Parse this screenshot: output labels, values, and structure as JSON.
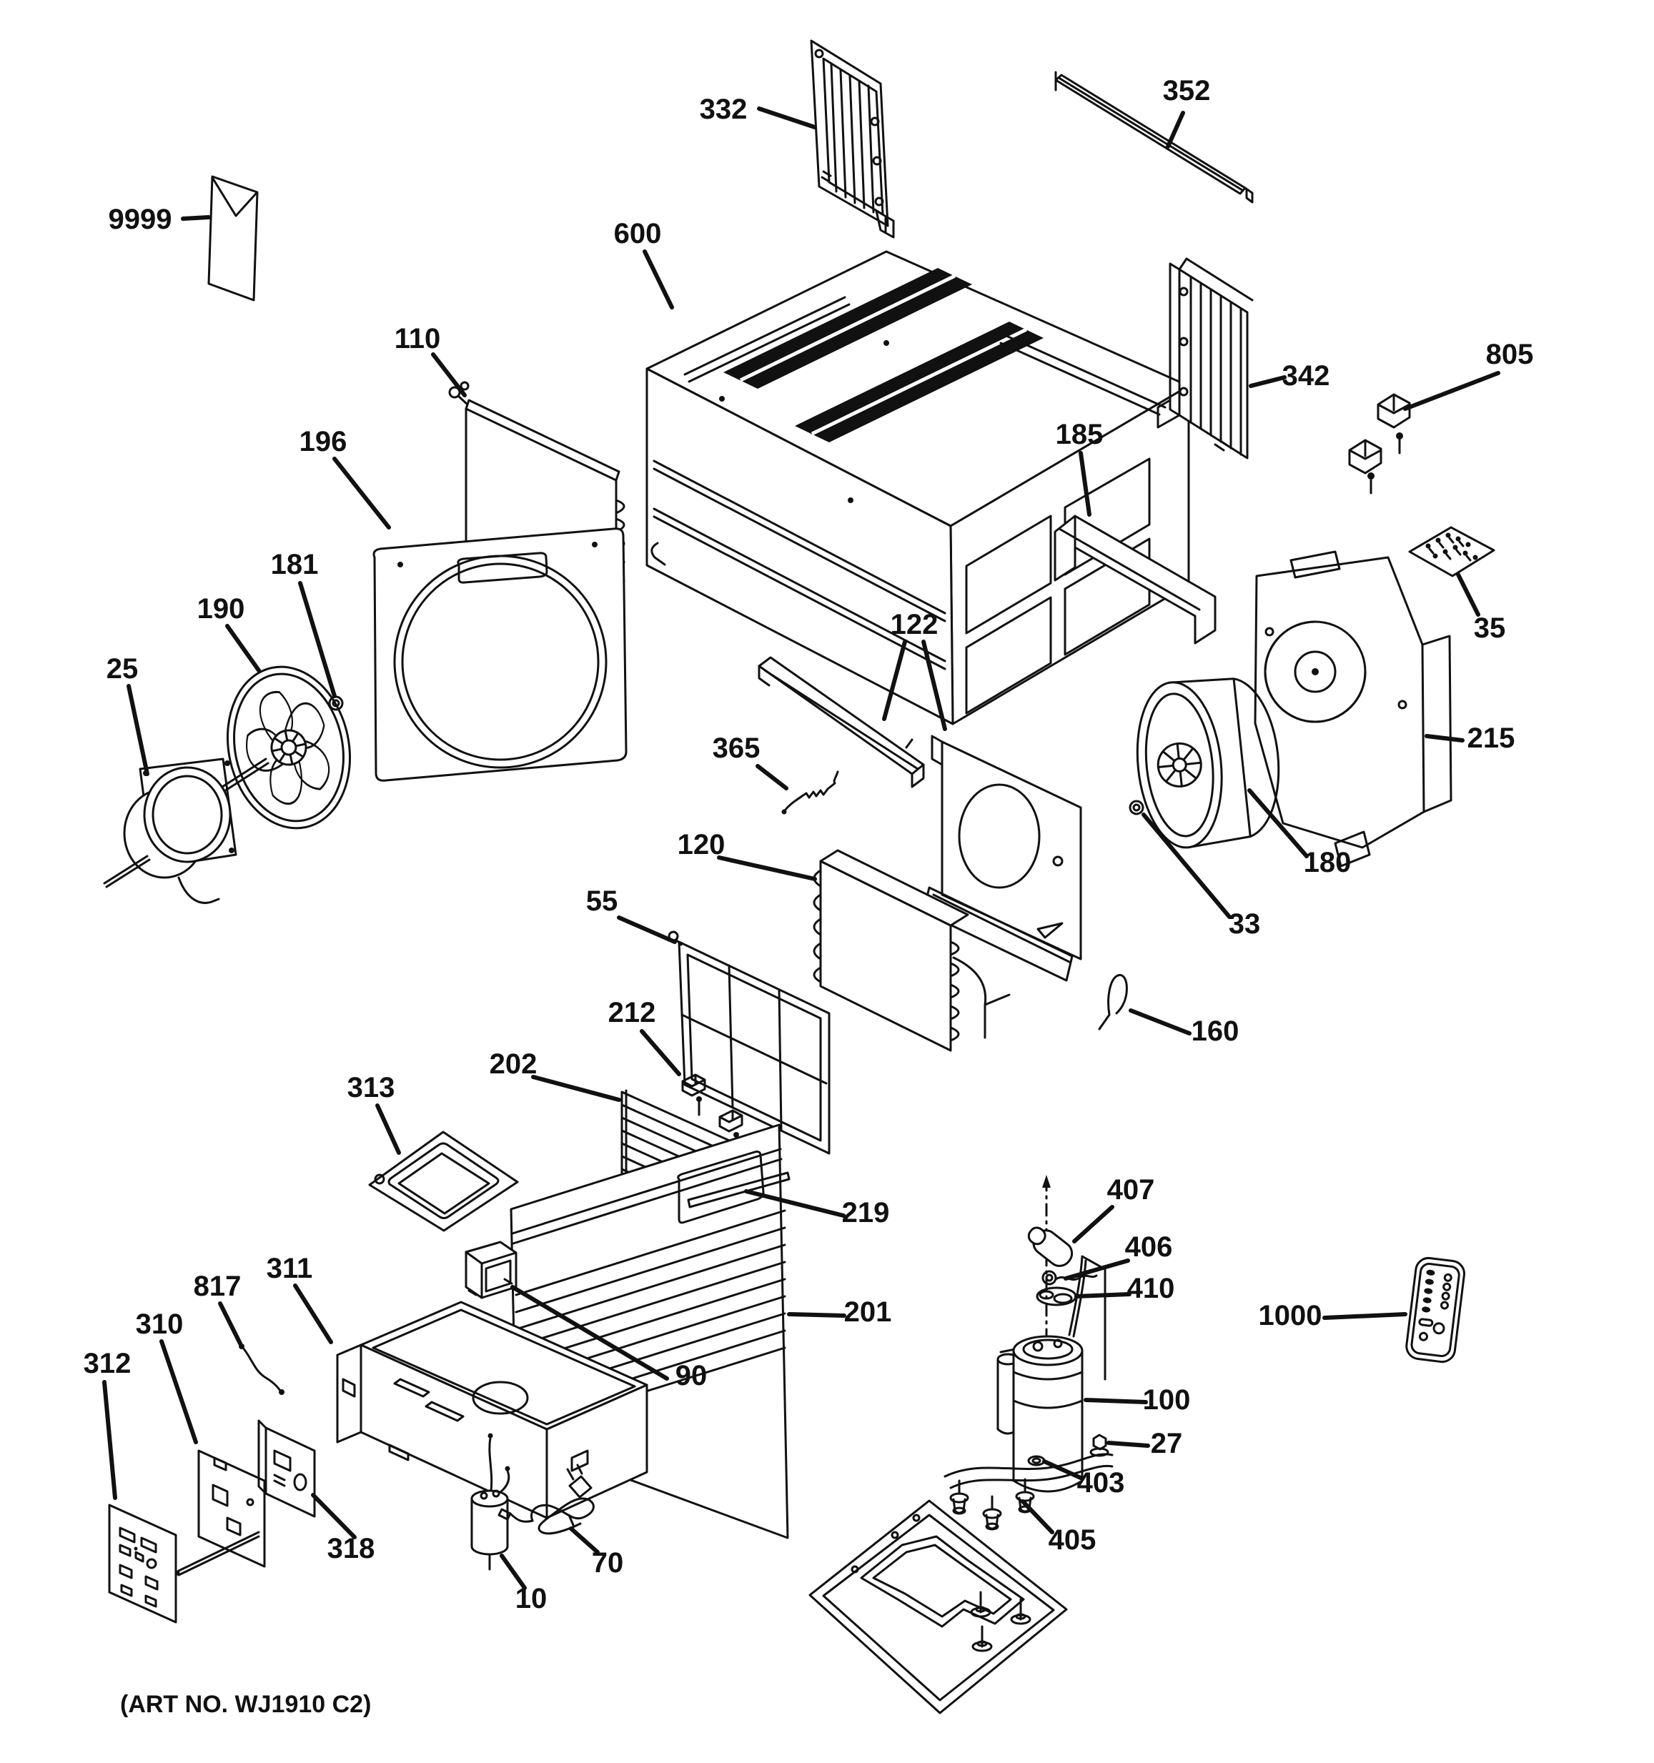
{
  "diagram": {
    "kind": "exploded-parts-diagram",
    "subject": "room air conditioner",
    "ink": "#111111",
    "paper": "#ffffff"
  },
  "footer": {
    "art_no": "(ART NO. WJ1910 C2)"
  },
  "labels": [
    {
      "id": "curtain-panel-left",
      "text": "332"
    },
    {
      "id": "top-seal-bar",
      "text": "352"
    },
    {
      "id": "literature-envelope",
      "text": "9999"
    },
    {
      "id": "outer-cabinet",
      "text": "600"
    },
    {
      "id": "condenser-coil",
      "text": "110"
    },
    {
      "id": "fan-shroud",
      "text": "196"
    },
    {
      "id": "fan-nut",
      "text": "181"
    },
    {
      "id": "condenser-fan-blade",
      "text": "190"
    },
    {
      "id": "fan-motor",
      "text": "25"
    },
    {
      "id": "curtain-panel-right",
      "text": "342"
    },
    {
      "id": "mounting-clips",
      "text": "805"
    },
    {
      "id": "handle",
      "text": "185"
    },
    {
      "id": "hardware-kit",
      "text": "35"
    },
    {
      "id": "partition-assembly",
      "text": "122"
    },
    {
      "id": "thermistor",
      "text": "365"
    },
    {
      "id": "blower-housing",
      "text": "215"
    },
    {
      "id": "blower-wheel",
      "text": "180"
    },
    {
      "id": "blower-nut",
      "text": "33"
    },
    {
      "id": "evaporator-coil",
      "text": "120"
    },
    {
      "id": "air-filter",
      "text": "55"
    },
    {
      "id": "drain-hook",
      "text": "160"
    },
    {
      "id": "louver-clips",
      "text": "212"
    },
    {
      "id": "louver-assembly",
      "text": "202"
    },
    {
      "id": "cover-plate",
      "text": "313"
    },
    {
      "id": "trim-strip",
      "text": "219"
    },
    {
      "id": "front-grille",
      "text": "201"
    },
    {
      "id": "control-box",
      "text": "311"
    },
    {
      "id": "lead-wire",
      "text": "817"
    },
    {
      "id": "control-bracket",
      "text": "310"
    },
    {
      "id": "control-panel-overlay",
      "text": "312"
    },
    {
      "id": "transformer",
      "text": "90"
    },
    {
      "id": "control-board",
      "text": "318"
    },
    {
      "id": "capacitor",
      "text": "10"
    },
    {
      "id": "power-cord",
      "text": "70"
    },
    {
      "id": "muffler",
      "text": "407"
    },
    {
      "id": "grommet-fitting",
      "text": "406"
    },
    {
      "id": "gasket",
      "text": "410"
    },
    {
      "id": "compressor",
      "text": "100"
    },
    {
      "id": "compressor-nut",
      "text": "27"
    },
    {
      "id": "compressor-washer",
      "text": "403"
    },
    {
      "id": "compressor-grommets",
      "text": "405"
    },
    {
      "id": "remote-control",
      "text": "1000"
    }
  ]
}
